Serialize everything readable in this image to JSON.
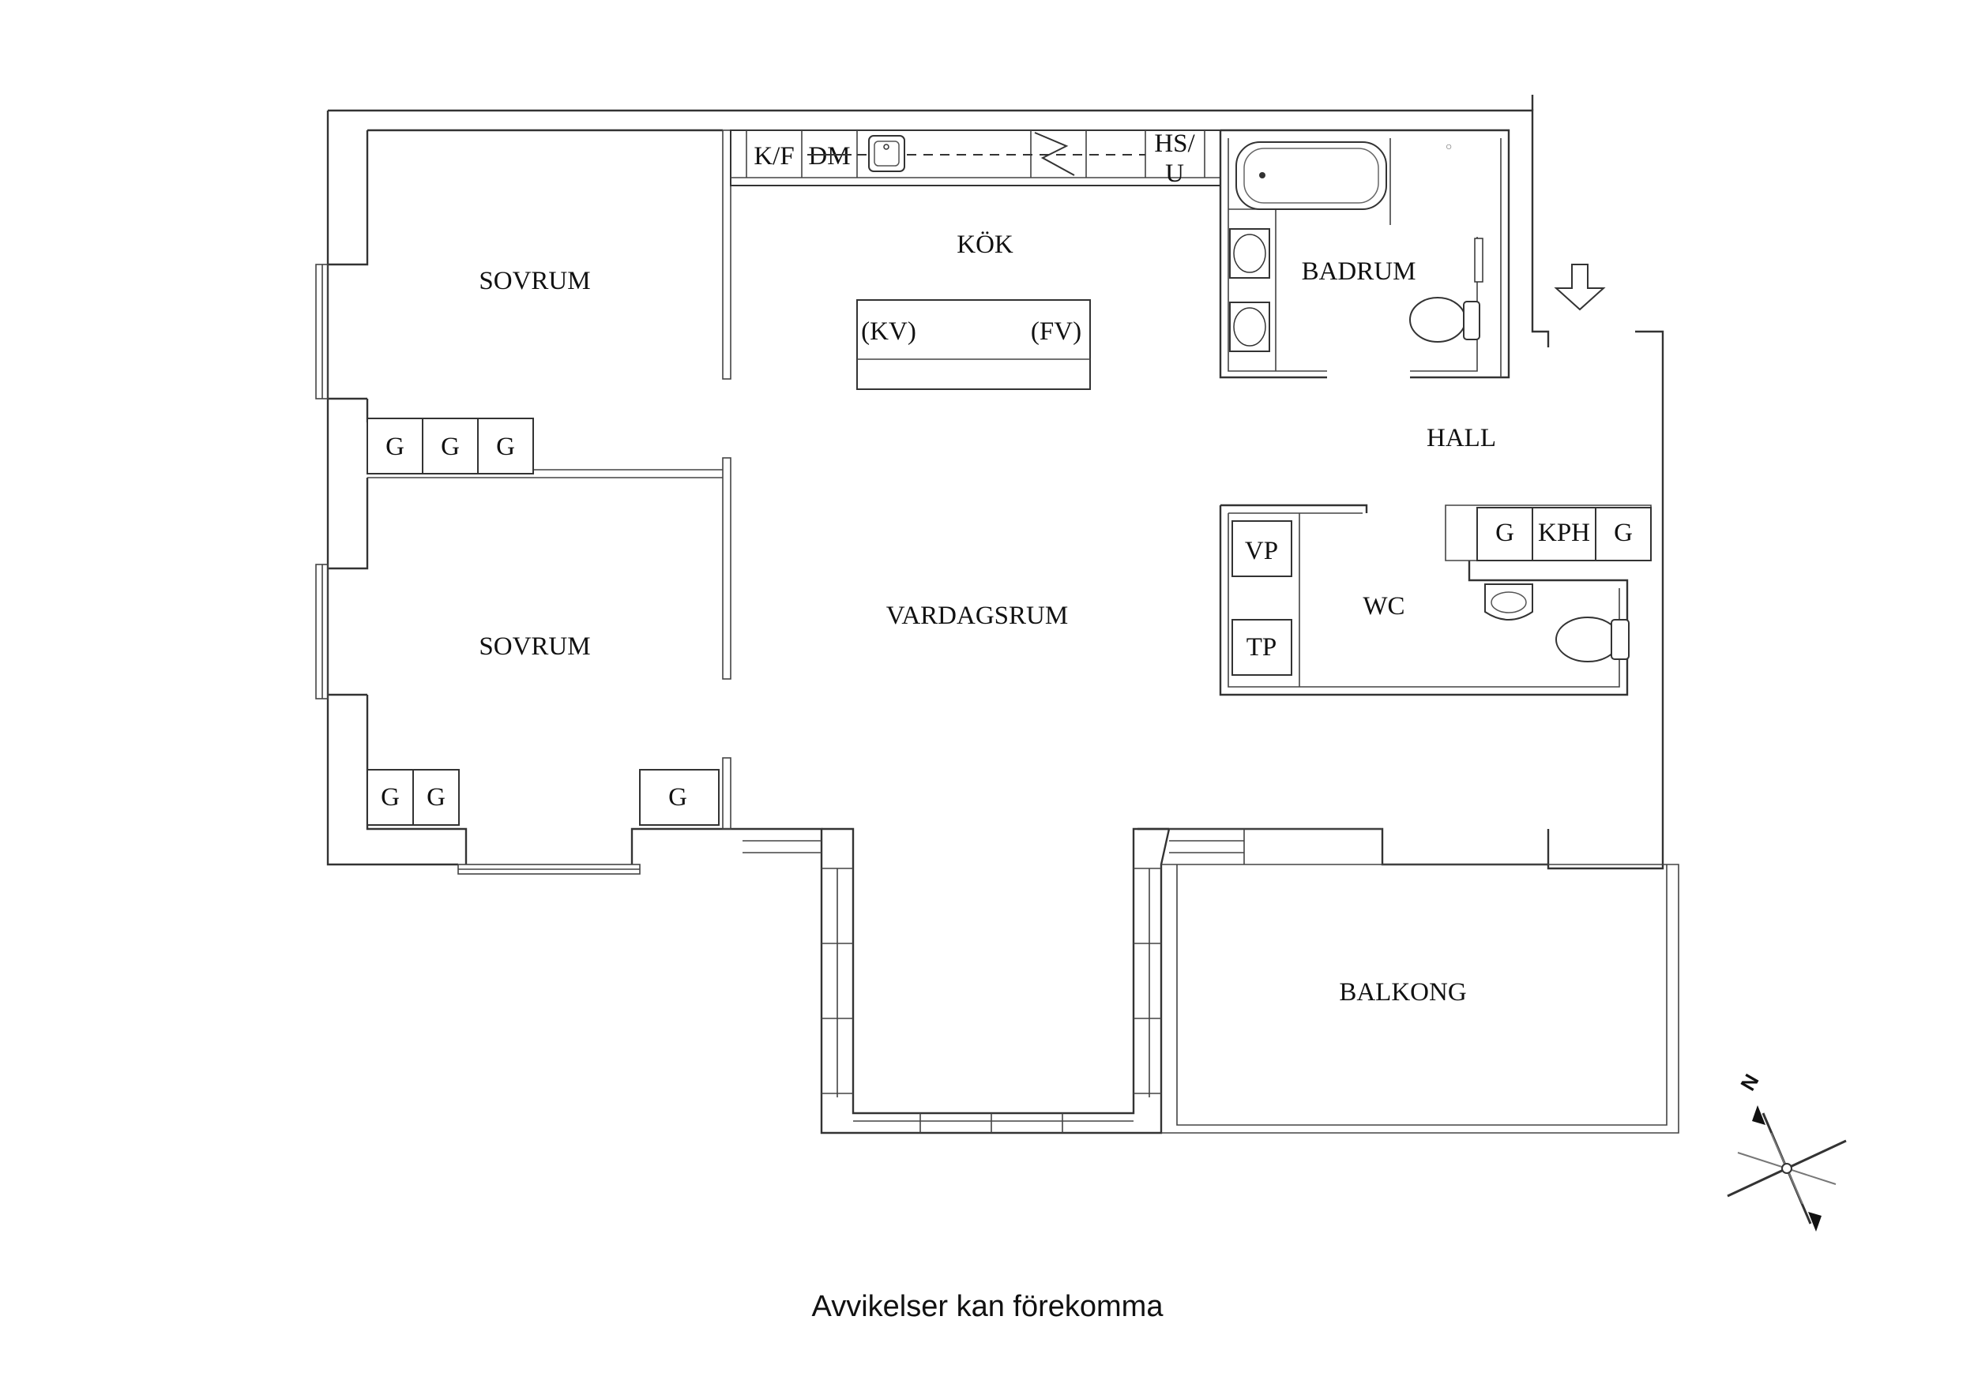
{
  "rooms": {
    "sovrum_1": "SOVRUM",
    "sovrum_2": "SOVRUM",
    "kok": "KÖK",
    "badrum": "BADRUM",
    "hall": "HALL",
    "wc": "WC",
    "vardagsrum": "VARDAGSRUM",
    "balkong": "BALKONG"
  },
  "fixtures": {
    "kf": "K/F",
    "dm": "DM",
    "hs": "HS/",
    "u": "U",
    "kv": "(KV)",
    "fv": "(FV)",
    "vp": "VP",
    "tp": "TP",
    "kph": "KPH",
    "g": "G"
  },
  "compass": {
    "north_label": "N"
  },
  "caption": "Avvikelser kan förekomma"
}
